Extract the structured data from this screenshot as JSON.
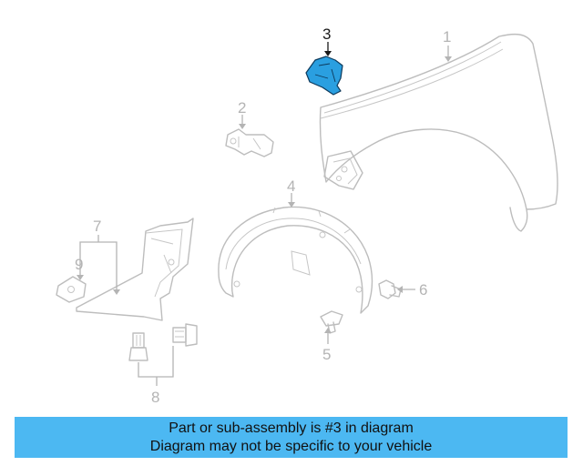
{
  "diagram": {
    "callouts": {
      "c1": "1",
      "c2": "2",
      "c3": "3",
      "c4": "4",
      "c5": "5",
      "c6": "6",
      "c7": "7",
      "c8": "8",
      "c9": "9"
    },
    "highlighted_part": "3",
    "highlight_color": "#2a9fe0"
  },
  "banner": {
    "line1": "Part or sub-assembly is #3 in diagram",
    "line2": "Diagram may not be specific to your vehicle",
    "background": "#4cb8f2"
  }
}
